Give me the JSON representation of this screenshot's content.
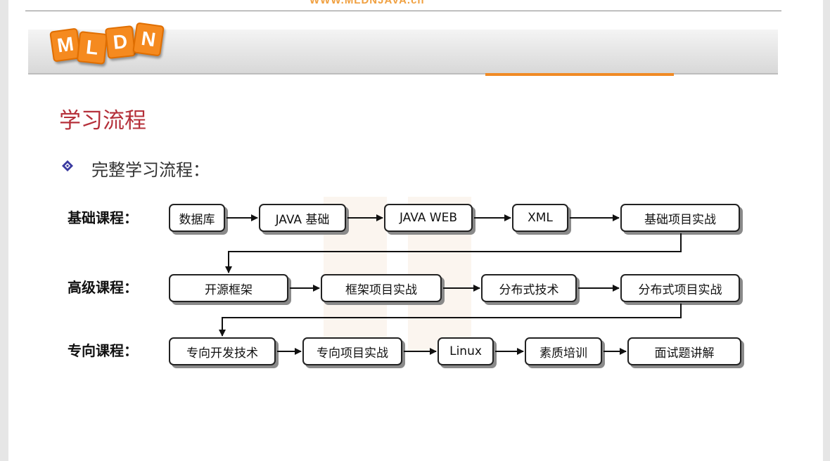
{
  "header": {
    "url_text": "WWW.MLDNJAVA.cn",
    "logo_letters": [
      "M",
      "L",
      "D",
      "N"
    ],
    "accent_color": "#f08a24"
  },
  "slide": {
    "title": "学习流程",
    "subtitle": "完整学习流程：",
    "bullet_icon": "diamond-bullet-icon"
  },
  "rows": [
    {
      "label": "基础课程：",
      "nodes": [
        "数据库",
        "JAVA 基础",
        "JAVA WEB",
        "XML",
        "基础项目实战"
      ]
    },
    {
      "label": "高级课程：",
      "nodes": [
        "开源框架",
        "框架项目实战",
        "分布式技术",
        "分布式项目实战"
      ]
    },
    {
      "label": "专向课程：",
      "nodes": [
        "专向开发技术",
        "专向项目实战",
        "Linux",
        "素质培训",
        "面试题讲解"
      ]
    }
  ]
}
